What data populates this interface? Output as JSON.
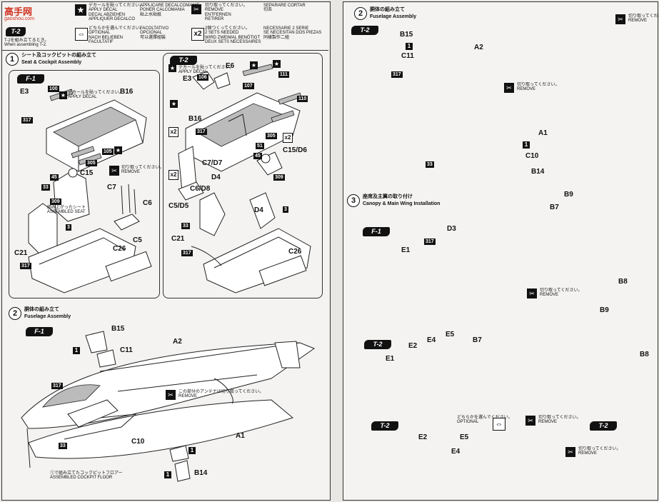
{
  "watermark": {
    "text": "高手网",
    "url": "gaoshou.com"
  },
  "legend": {
    "decal": {
      "jp": "デカールを貼ってください。",
      "en": "APPLY DECAL",
      "de": "DECAL ABZIEHEN",
      "fr": "APPLIQUER DECALCO",
      "it": "APPLICARE DECALCOMANIE",
      "es": "PONER CALCOMANIA",
      "cn": "貼上水貼紙"
    },
    "remove": {
      "jp": "切り取ってください。",
      "en": "REMOVE",
      "de": "ENTFERNEN",
      "fr": "RETIRER",
      "es": "SEPARARE CORTAR",
      "cn": "切去"
    },
    "optional": {
      "jp": "どちらかを選んでください。",
      "en": "OPTIONAL",
      "de": "NACH BELIEBEN",
      "fr": "FACULTATIF",
      "it": "FACOLTATIVO",
      "es": "OPCIONAL",
      "cn": "可以選擇組裝"
    },
    "twosets": {
      "mark": "x2",
      "jp": "2個つくってください。",
      "en": "2 SETS NEEDED",
      "de": "WIRD ZWEIMAL BENÖTIGT",
      "fr": "DEUX SETS NECESSAIRES",
      "it": "NECESSARIE 2 SERIE",
      "es": "SE NECESITAN DOS PIEZAS",
      "cn": "同樣製作二組"
    }
  },
  "t2_note": {
    "badge": "T-2",
    "jp": "T-2を組み立てるとき。",
    "en": "When assembling T-2."
  },
  "badges": {
    "f1": "F-1",
    "t2": "T-2"
  },
  "steps": [
    {
      "num": "1",
      "jp": "シート及コックピットの組み立て",
      "en": "Seat & Cockpit Assembly"
    },
    {
      "num": "2",
      "jp": "胴体の組み立て",
      "en": "Fuselage Assembly"
    },
    {
      "num": "2",
      "jp": "胴体の組み立て",
      "en": "Fuselage Assembly"
    },
    {
      "num": "3",
      "jp": "座席及主翼の取り付け",
      "en": "Canopy & Main Wing Installation"
    }
  ],
  "notes": {
    "assembled_seat_jp": "組み上がったシート",
    "assembled_seat_en": "ASSEMBLED SEAT",
    "antenna_jp": "この部分のアンテナは切り取ってください。",
    "antenna_en": "REMOVE",
    "cockpit_floor_jp": "①で組み立てたコックピットフロアー",
    "cockpit_floor_en": "ASSEMBLED COCKPIT FLOOR",
    "remove_jp": "切り取ってください。",
    "remove_en": "REMOVE",
    "optional_jp": "どちらかを選んでください。",
    "optional_en": "OPTIONAL"
  },
  "parts": {
    "p1_f1": [
      "E3",
      "B16",
      "C15",
      "C7",
      "C6",
      "C5",
      "C26",
      "C21"
    ],
    "p1_t2": [
      "E6",
      "E3",
      "B16",
      "C15/D6",
      "C7/D7",
      "D4",
      "C6/D8",
      "C5/D5",
      "D4",
      "C21",
      "C26"
    ],
    "p2l": [
      "B15",
      "C11",
      "A2",
      "A1",
      "C10",
      "B14"
    ],
    "p2r": [
      "B15",
      "C11",
      "A2",
      "A1",
      "C10",
      "B14"
    ],
    "p3": [
      "D3",
      "E1",
      "B7",
      "B9",
      "B8",
      "E1",
      "E2",
      "E4",
      "E5",
      "B7",
      "B9",
      "B8",
      "E2",
      "E4",
      "E5"
    ]
  },
  "decal_numbers": [
    "100",
    "317",
    "105",
    "305",
    "45",
    "33",
    "309",
    "3",
    "317",
    "106",
    "107",
    "111",
    "110",
    "305",
    "51",
    "45",
    "3",
    "309",
    "33",
    "317",
    "317",
    "33",
    "317",
    "33"
  ]
}
